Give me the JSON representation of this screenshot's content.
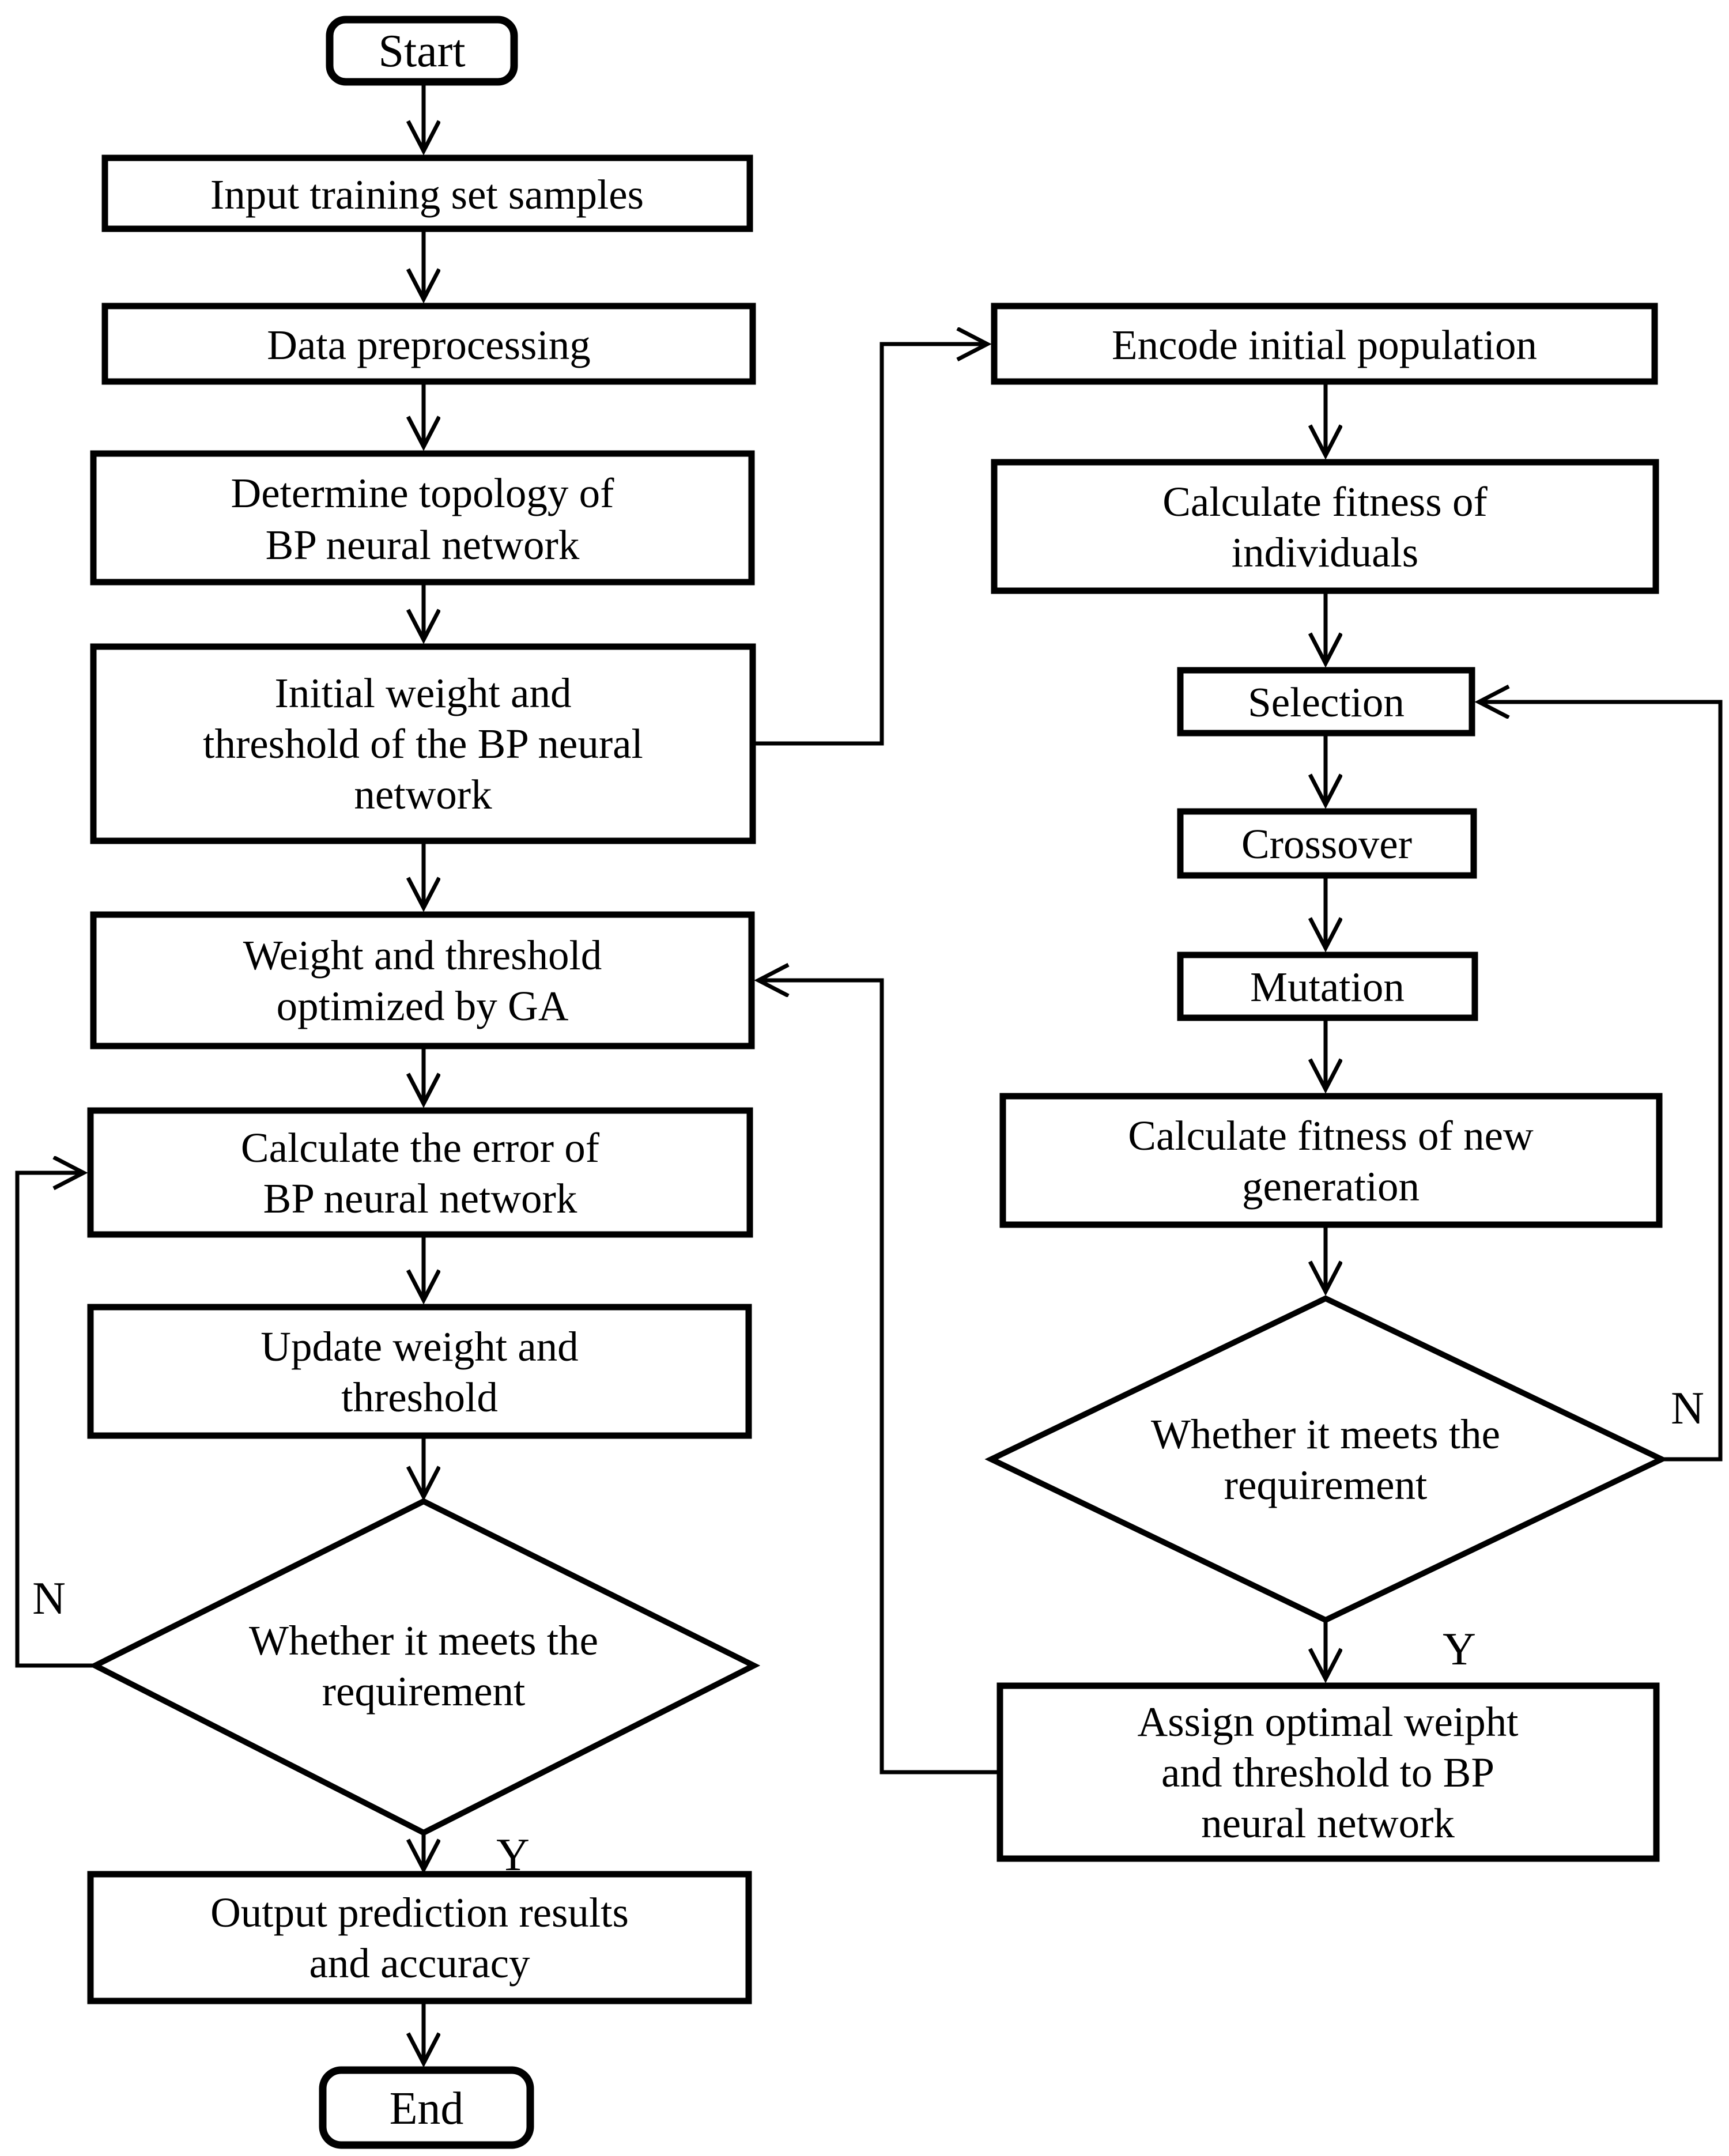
{
  "colors": {
    "background": "#ffffff",
    "line": "#000000"
  },
  "flowchart": {
    "left_column": {
      "start": {
        "lines": [
          "Start"
        ]
      },
      "input_samples": {
        "lines": [
          "Input training set samples"
        ]
      },
      "data_preprocessing": {
        "lines": [
          "Data preprocessing"
        ]
      },
      "topology": {
        "lines": [
          "Determine topology of",
          "BP neural network"
        ]
      },
      "initial_weight": {
        "lines": [
          "Initial weight and",
          "threshold of the BP neural",
          "network"
        ]
      },
      "ga_optimized": {
        "lines": [
          "Weight and threshold",
          "optimized by GA"
        ]
      },
      "calc_error": {
        "lines": [
          "Calculate the error of",
          "BP neural network"
        ]
      },
      "update_weight": {
        "lines": [
          "Update weight and",
          "threshold"
        ]
      },
      "decision": {
        "lines": [
          "Whether it meets the",
          "requirement"
        ]
      },
      "output_results": {
        "lines": [
          "Output prediction results",
          "and accuracy"
        ]
      },
      "end": {
        "lines": [
          "End"
        ]
      }
    },
    "right_column": {
      "encode_population": {
        "lines": [
          "Encode initial population"
        ]
      },
      "fitness_individuals": {
        "lines": [
          "Calculate fitness of",
          "individuals"
        ]
      },
      "selection": {
        "lines": [
          "Selection"
        ]
      },
      "crossover": {
        "lines": [
          "Crossover"
        ]
      },
      "mutation": {
        "lines": [
          "Mutation"
        ]
      },
      "fitness_new_generation": {
        "lines": [
          "Calculate fitness of new",
          "generation"
        ]
      },
      "decision": {
        "lines": [
          "Whether it meets the",
          "requirement"
        ]
      },
      "assign_optimal": {
        "lines": [
          "Assign optimal weipht",
          "and threshold to BP",
          "neural network"
        ]
      }
    },
    "branch_labels": {
      "left_no": "N",
      "left_yes": "Y",
      "right_no": "N",
      "right_yes": "Y"
    }
  }
}
